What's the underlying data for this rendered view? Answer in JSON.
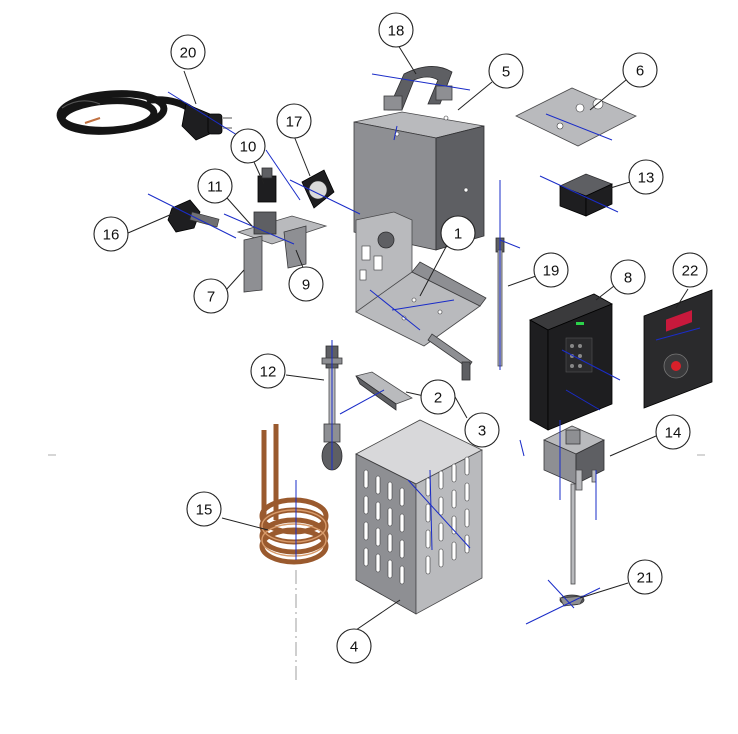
{
  "diagram": {
    "type": "exploded-assembly",
    "callouts": [
      "1",
      "2",
      "3",
      "4",
      "5",
      "6",
      "7",
      "8",
      "9",
      "10",
      "11",
      "12",
      "13",
      "14",
      "15",
      "16",
      "17",
      "18",
      "19",
      "20",
      "21",
      "22"
    ],
    "colors": {
      "line": "#222222",
      "axis": "#1a2cc8",
      "metal": "#8e8f93",
      "copper": "#9a5a2e",
      "panel": "#1e1e20"
    }
  }
}
